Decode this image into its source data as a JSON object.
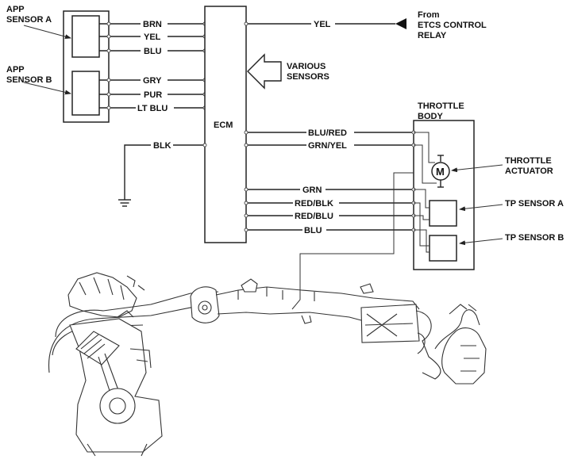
{
  "labels": {
    "app_sensor_a": [
      "APP",
      "SENSOR A"
    ],
    "app_sensor_b": [
      "APP",
      "SENSOR B"
    ],
    "ecm": "ECM",
    "various_sensors": [
      "VARIOUS",
      "SENSORS"
    ],
    "from_relay": [
      "From",
      "ETCS CONTROL",
      "RELAY"
    ],
    "throttle_body": [
      "THROTTLE",
      "BODY"
    ],
    "throttle_actuator": [
      "THROTTLE",
      "ACTUATOR"
    ],
    "tp_sensor_a": "TP SENSOR A",
    "tp_sensor_b": "TP SENSOR B",
    "motor_symbol": "M"
  },
  "wires": {
    "app": [
      "BRN",
      "YEL",
      "BLU",
      "GRY",
      "PUR",
      "LT BLU"
    ],
    "ground": "BLK",
    "relay": "YEL",
    "throttle": [
      "BLU/RED",
      "GRN/YEL",
      "GRN",
      "RED/BLK",
      "RED/BLU",
      "BLU"
    ]
  }
}
